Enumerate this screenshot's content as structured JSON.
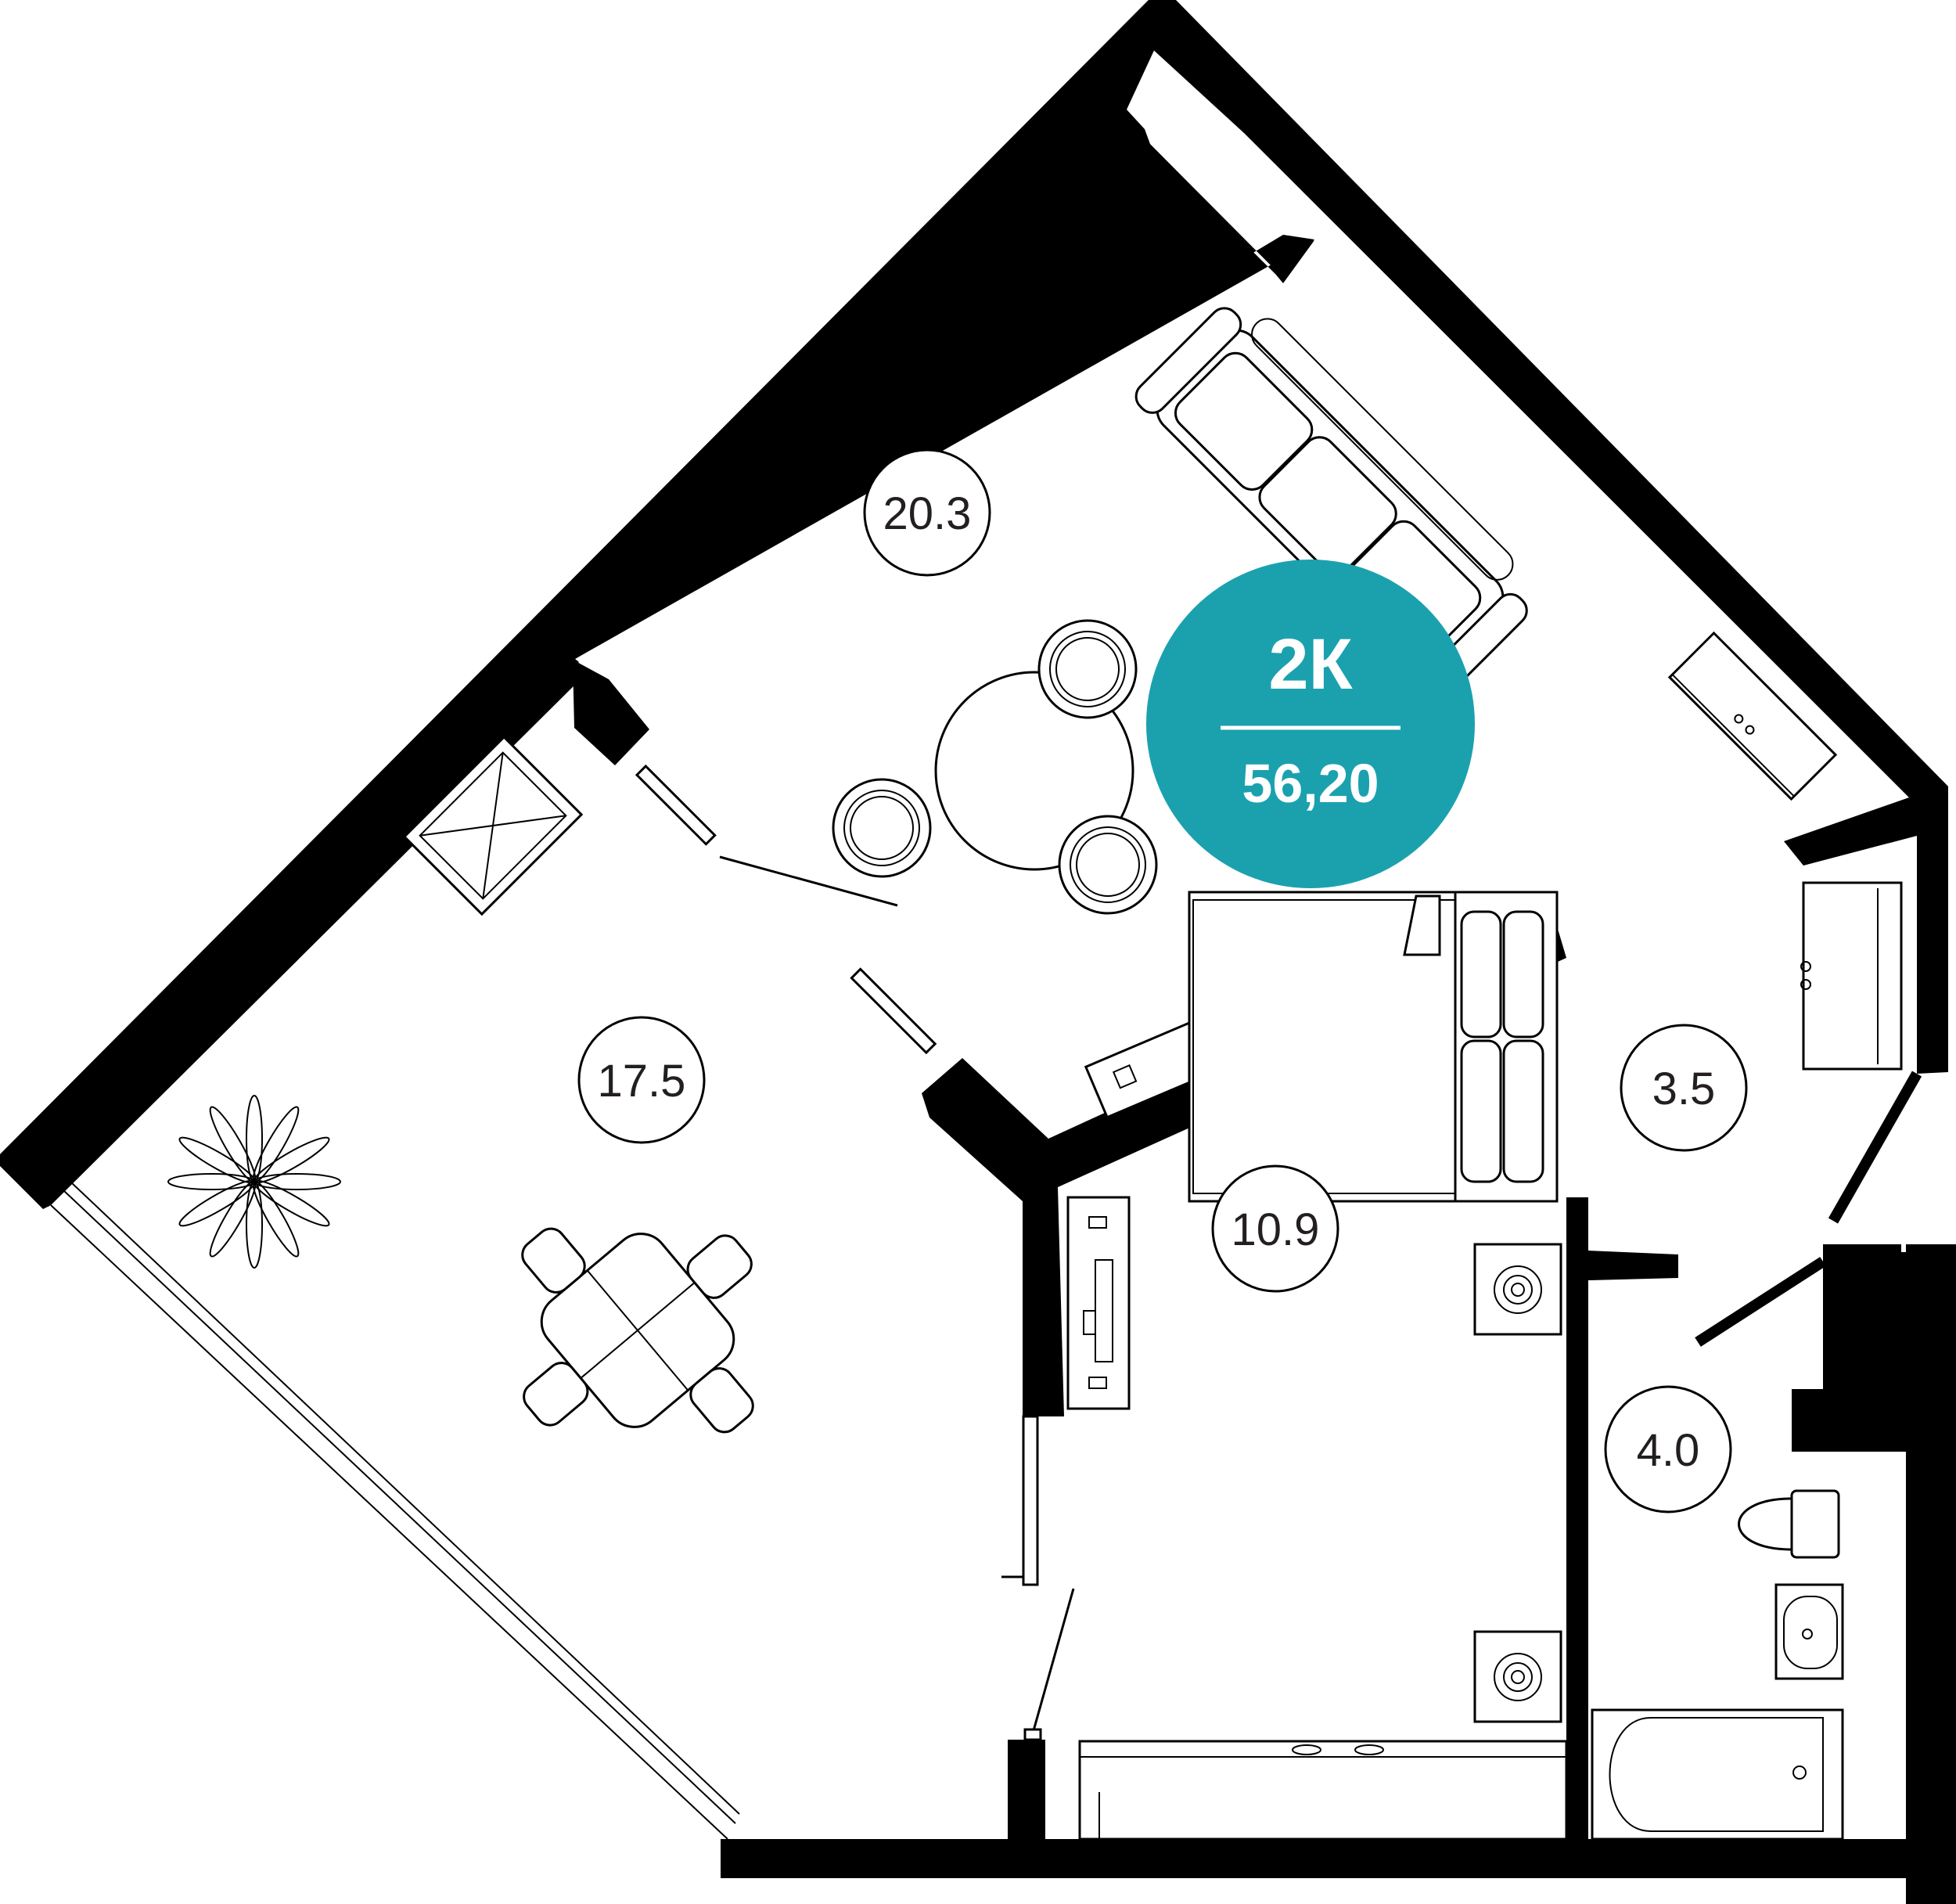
{
  "apartment": {
    "type_label": "2К",
    "total_area": "56,20",
    "badge_color": "#1ba1ae"
  },
  "rooms": [
    {
      "id": "kitchen-living",
      "area": "20.3"
    },
    {
      "id": "living-room",
      "area": "17.5"
    },
    {
      "id": "hallway",
      "area": "3.5"
    },
    {
      "id": "bedroom",
      "area": "10.9"
    },
    {
      "id": "bathroom",
      "area": "4.0"
    }
  ],
  "icons": [
    "sofa-icon",
    "round-table-icon",
    "dining-table-icon",
    "plant-icon",
    "bed-icon",
    "nightstand-icon",
    "wardrobe-icon",
    "tv-stand-icon",
    "toilet-icon",
    "sink-icon",
    "bathtub-icon",
    "ventilation-shaft-icon",
    "door-icon",
    "window-icon"
  ]
}
